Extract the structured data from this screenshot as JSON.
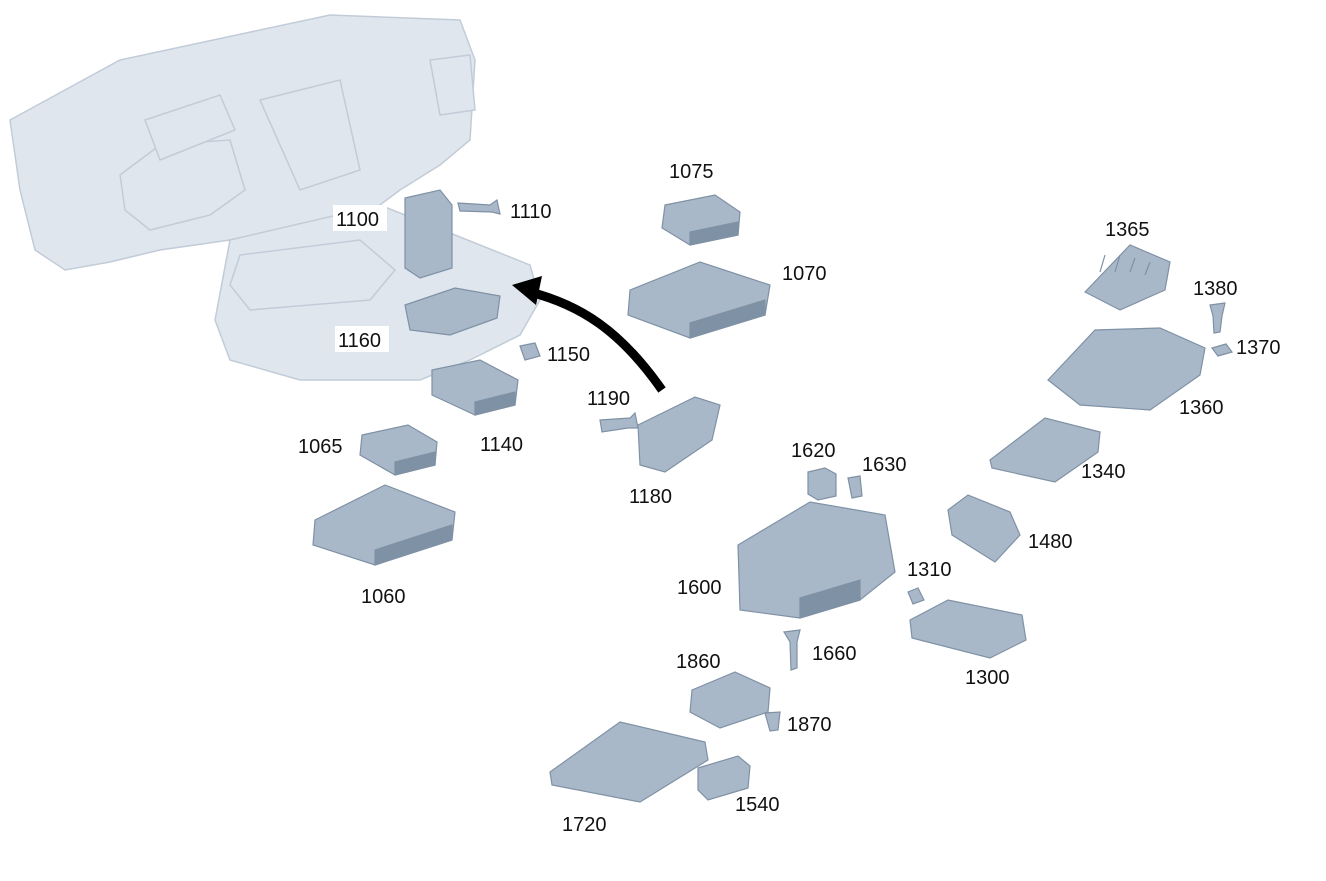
{
  "labels": {
    "p1075": "1075",
    "p1070": "1070",
    "p1100": "1100",
    "p1110": "1110",
    "p1160": "1160",
    "p1150": "1150",
    "p1140": "1140",
    "p1065": "1065",
    "p1060": "1060",
    "p1190": "1190",
    "p1180": "1180",
    "p1365": "1365",
    "p1380": "1380",
    "p1370": "1370",
    "p1360": "1360",
    "p1340": "1340",
    "p1620": "1620",
    "p1630": "1630",
    "p1480": "1480",
    "p1600": "1600",
    "p1310": "1310",
    "p1660": "1660",
    "p1300": "1300",
    "p1860": "1860",
    "p1870": "1870",
    "p1720": "1720",
    "p1540": "1540"
  },
  "colors": {
    "dashboard": "#dfe6ee",
    "dashboard_stroke": "#c2ccd8",
    "part": "#a9b8c8",
    "part_dark": "#7f91a5",
    "part_light": "#c8d4e0",
    "arrow": "#000000",
    "label_text": "#111111"
  }
}
